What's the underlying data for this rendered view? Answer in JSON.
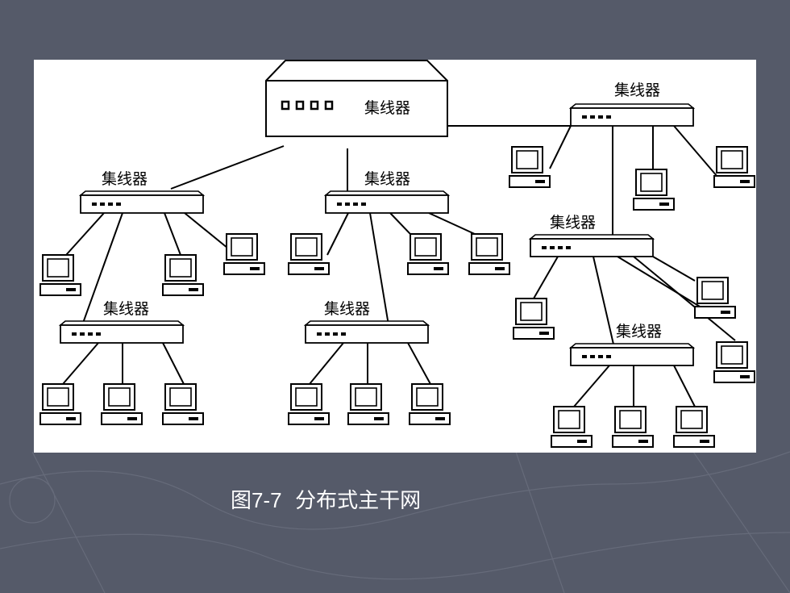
{
  "diagram": {
    "backbone_hub_label": "集线器",
    "hubs": [
      {
        "id": "top-right",
        "label": "集线器"
      },
      {
        "id": "left-upper",
        "label": "集线器"
      },
      {
        "id": "center-upper",
        "label": "集线器"
      },
      {
        "id": "right-middle",
        "label": "集线器"
      },
      {
        "id": "left-lower",
        "label": "集线器"
      },
      {
        "id": "center-lower",
        "label": "集线器"
      },
      {
        "id": "right-lower",
        "label": "集线器"
      }
    ]
  },
  "caption": {
    "figure_prefix": "图",
    "figure_number": "7-7",
    "title": "分布式主干网"
  },
  "colors": {
    "background": "#555a69",
    "panel": "#ffffff",
    "caption_text": "#ffffff"
  }
}
